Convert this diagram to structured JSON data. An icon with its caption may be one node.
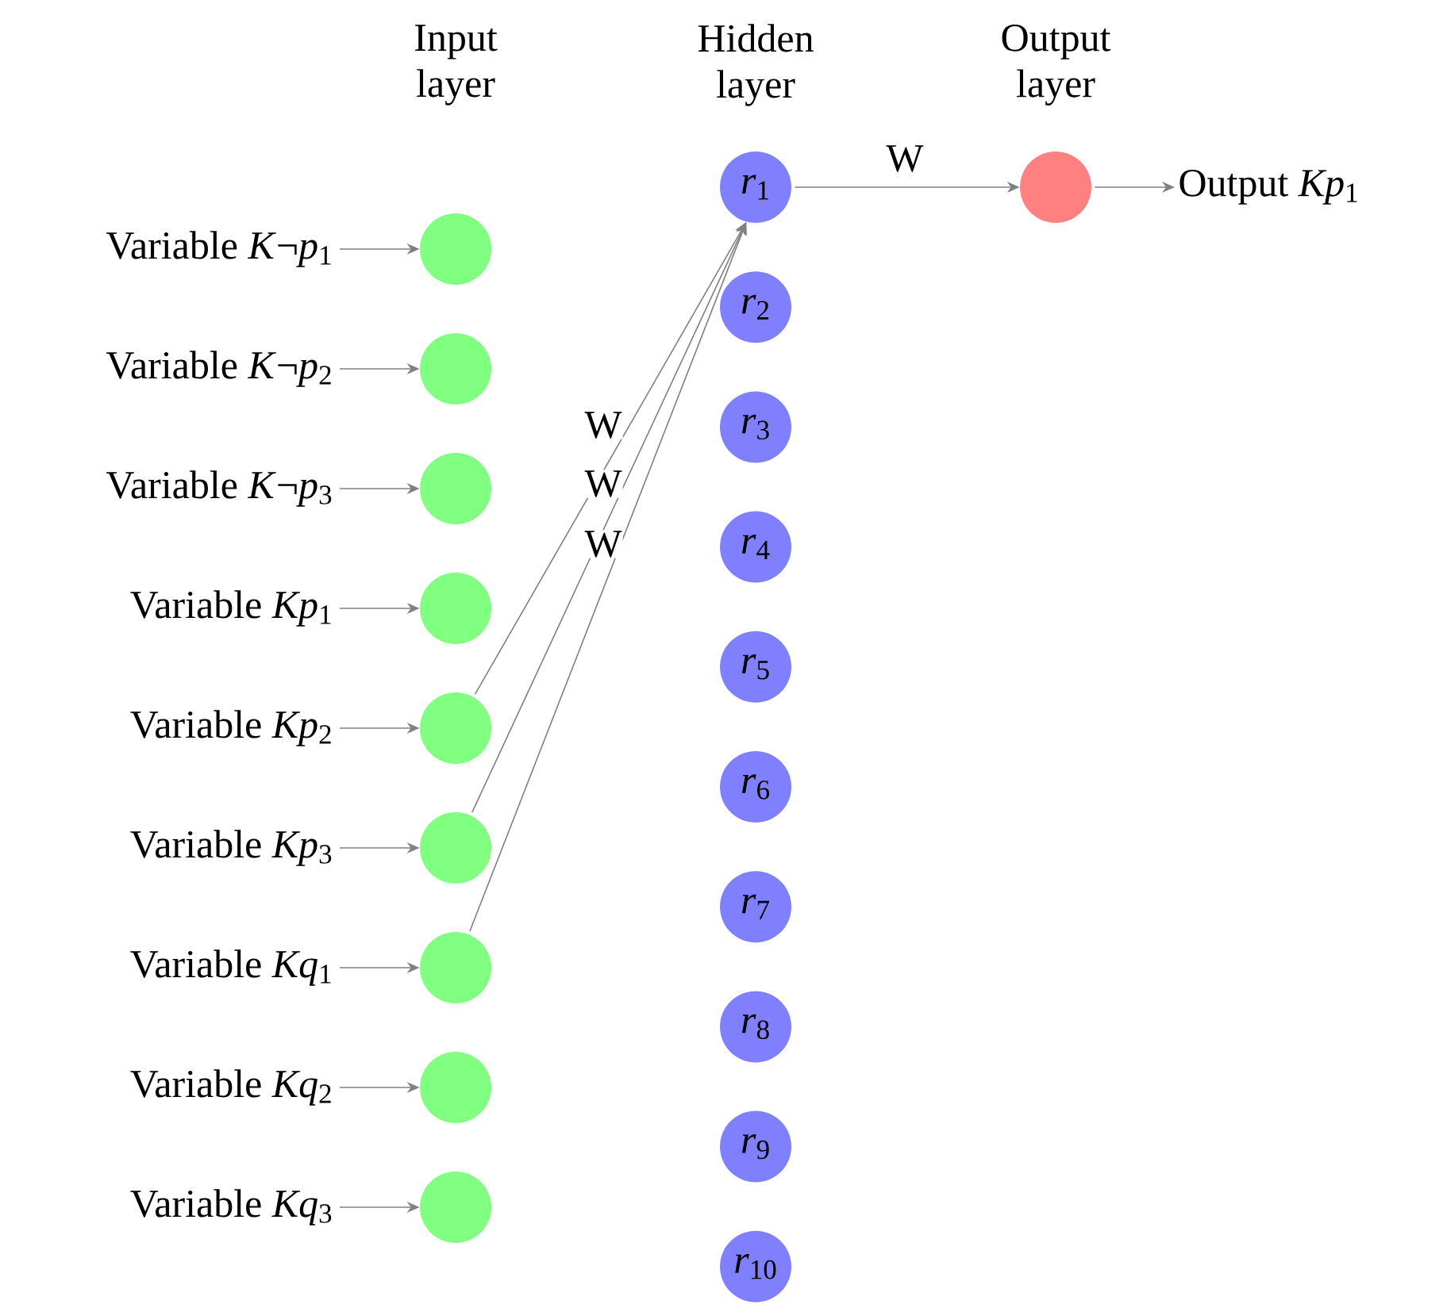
{
  "diagram": {
    "nodes": [
      {
        "text": [
          "Variable *K*¬*p*$_{1}$"
        ]
      },
      {
        "text": [
          "Variable *K*¬*p*$_{2}$"
        ]
      },
      {
        "text": [
          "Variable *K*¬*p*$_{3}$"
        ]
      },
      {
        "text": [
          "Variable *Kp*$_{1}$"
        ]
      },
      {
        "text": [
          "Variable *Kp*$_{2}$"
        ]
      },
      {
        "text": [
          "Variable *Kp*$_{3}$"
        ]
      },
      {
        "text": [
          "Variable *Kq*$_{1}$"
        ]
      },
      {
        "text": [
          "Variable *Kq*$_{2}$"
        ]
      },
      {
        "text": [
          "Variable *Kq*$_{3}$"
        ]
      },
      {
        "text": [],
        "shape": "circle"
      },
      {
        "text": [],
        "shape": "circle"
      },
      {
        "text": [],
        "shape": "circle"
      },
      {
        "text": [],
        "shape": "circle"
      },
      {
        "text": [],
        "shape": "circle"
      },
      {
        "text": [],
        "shape": "circle"
      },
      {
        "text": [],
        "shape": "circle"
      },
      {
        "text": [],
        "shape": "circle"
      },
      {
        "text": [],
        "shape": "circle"
      },
      {
        "text": [
          "*r*$_{1}$"
        ]
      },
      {
        "text": [
          "*r*$_{2}$"
        ]
      },
      {
        "text": [
          "*r*$_{3}$"
        ]
      },
      {
        "text": [
          "*r*$_{4}$"
        ]
      },
      {
        "text": [
          "*r*$_{5}$"
        ]
      },
      {
        "text": [
          "*r*$_{6}$"
        ]
      },
      {
        "text": [
          "*r*$_{7}$"
        ]
      },
      {
        "text": [
          "*r*$_{8}$"
        ]
      },
      {
        "text": [
          "*r*$_{9}$"
        ]
      },
      {
        "text": [
          "*r*$_{10}$"
        ]
      },
      {
        "text": [],
        "shape": "circle"
      },
      {
        "text": [
          "Output *Kp*$_{1}$"
        ]
      }
    ],
    "edges": [
      {
        "from": 0,
        "to": 9,
        "arrow": "to"
      },
      {
        "from": 1,
        "to": 10,
        "arrow": "to"
      },
      {
        "from": 2,
        "to": 11,
        "arrow": "to"
      },
      {
        "from": 3,
        "to": 12,
        "arrow": "to"
      },
      {
        "from": 4,
        "to": 13,
        "arrow": "to"
      },
      {
        "from": 5,
        "to": 14,
        "arrow": "to"
      },
      {
        "from": 6,
        "to": 15,
        "arrow": "to"
      },
      {
        "from": 7,
        "to": 16,
        "arrow": "to"
      },
      {
        "from": 8,
        "to": 17,
        "arrow": "to"
      },
      {
        "from": 13,
        "to": 18,
        "arrow": "to",
        "label": "W"
      },
      {
        "from": 14,
        "to": 18,
        "arrow": "to",
        "label": "W"
      },
      {
        "from": 15,
        "to": 18,
        "arrow": "to",
        "label": "W"
      },
      {
        "from": 18,
        "to": 28,
        "arrow": "to",
        "label": "W"
      },
      {
        "from": 28,
        "to": 29,
        "arrow": "to"
      }
    ],
    "labels": [
      "Input layer",
      "Hidden layer",
      "Output layer"
    ]
  }
}
